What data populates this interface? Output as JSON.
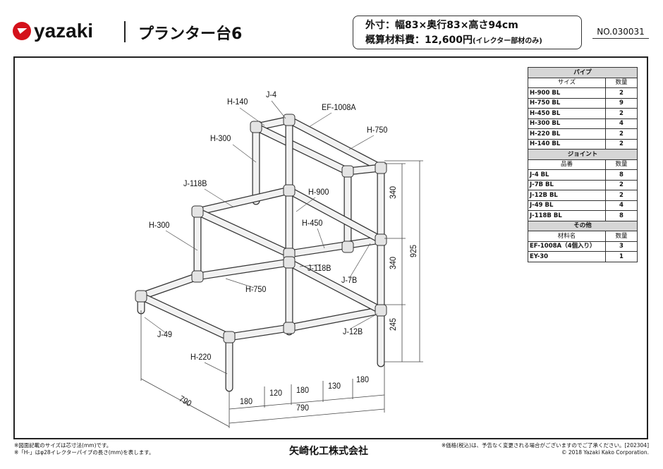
{
  "header": {
    "brand": "yazaki",
    "title": "プランター台6",
    "dimensions": "外寸：幅83×奥行83×高さ94cm",
    "cost_label": "概算材料費：12,600円",
    "cost_note": "(イレクター部材のみ)",
    "number": "NO.030031"
  },
  "parts": {
    "pipe": {
      "section": "パイプ",
      "col_name": "サイズ",
      "col_qty": "数量",
      "rows": [
        [
          "H-900 BL",
          "2"
        ],
        [
          "H-750 BL",
          "9"
        ],
        [
          "H-450 BL",
          "2"
        ],
        [
          "H-300 BL",
          "4"
        ],
        [
          "H-220 BL",
          "2"
        ],
        [
          "H-140 BL",
          "2"
        ]
      ]
    },
    "joint": {
      "section": "ジョイント",
      "col_name": "品番",
      "col_qty": "数量",
      "rows": [
        [
          "J-4 BL",
          "8"
        ],
        [
          "J-7B BL",
          "2"
        ],
        [
          "J-12B BL",
          "2"
        ],
        [
          "J-49 BL",
          "4"
        ],
        [
          "J-118B BL",
          "8"
        ]
      ]
    },
    "other": {
      "section": "その他",
      "col_name": "材料名",
      "col_qty": "数量",
      "rows": [
        [
          "EF-1008A（4個入り）",
          "3"
        ],
        [
          "EY-30",
          "1"
        ]
      ]
    }
  },
  "diagram": {
    "labels": [
      "H-140",
      "J-4",
      "EF-1008A",
      "H-750",
      "H-300",
      "J-118B",
      "H-900",
      "H-300",
      "H-450",
      "J-118B",
      "J-7B",
      "H-750",
      "J-12B",
      "J-49",
      "H-220"
    ],
    "dims": [
      "340",
      "340",
      "245",
      "925",
      "790",
      "180",
      "120",
      "180",
      "130",
      "180",
      "790"
    ]
  },
  "footer": {
    "note1": "※図面記載のサイズは芯寸法(mm)です。",
    "note2": "※「H-」はφ28イレクターパイプの長さ(mm)を表します。",
    "company": "矢崎化工株式会社",
    "price_note": "※価格(税込)は、予告なく変更される場合がございますのでご了承ください。[202304]",
    "copyright": "© 2018 Yazaki Kako  Corporation."
  }
}
